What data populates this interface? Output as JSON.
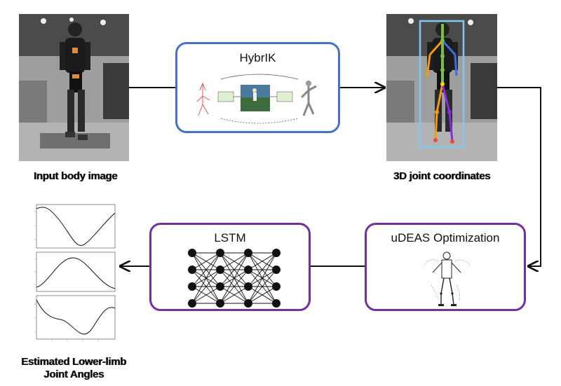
{
  "captions": {
    "input": "Input body image",
    "joints": "3D joint coordinates",
    "estimated_line1": "Estimated Lower-limb",
    "estimated_line2": "Joint Angles"
  },
  "blocks": {
    "hybrik": "HybrIK",
    "lstm": "LSTM",
    "udeas": "uDEAS Optimization"
  },
  "colors": {
    "hybrik_border": "#4472c4",
    "lstm_border": "#7030a0",
    "udeas_border": "#7030a0",
    "bbox": "#7ec8f0"
  }
}
